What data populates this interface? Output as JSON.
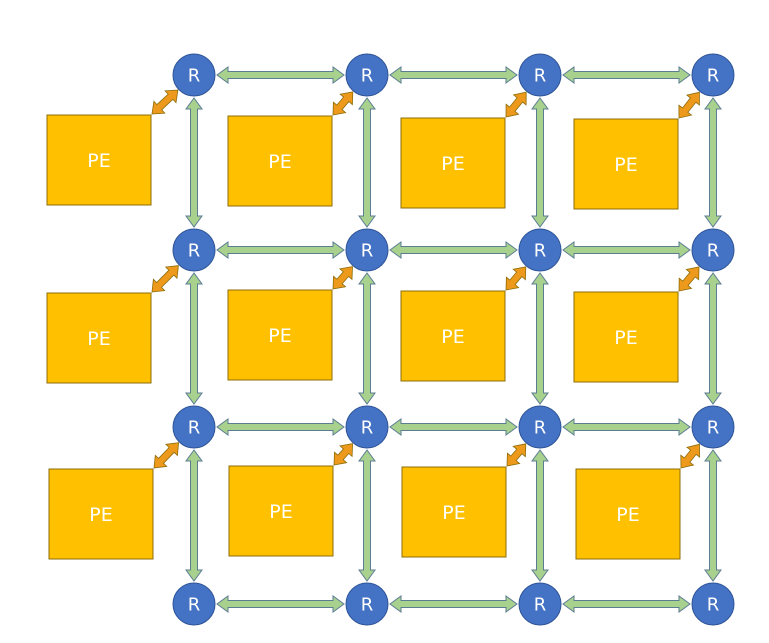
{
  "labels": {
    "router": "R",
    "pe": "PE"
  },
  "colors": {
    "background": "#ffffff",
    "router_fill": "#4472c4",
    "router_stroke": "#2f5597",
    "pe_fill": "#ffc000",
    "pe_stroke": "#8c6d0a",
    "link_fill": "#a9d18e",
    "link_stroke": "#5b7d94",
    "pe_link_fill": "#ed9a1c",
    "pe_link_stroke": "#8c6d0a"
  },
  "grid": {
    "router_rows": 4,
    "router_cols": 4,
    "pe_rows": 3,
    "pe_cols": 4
  }
}
